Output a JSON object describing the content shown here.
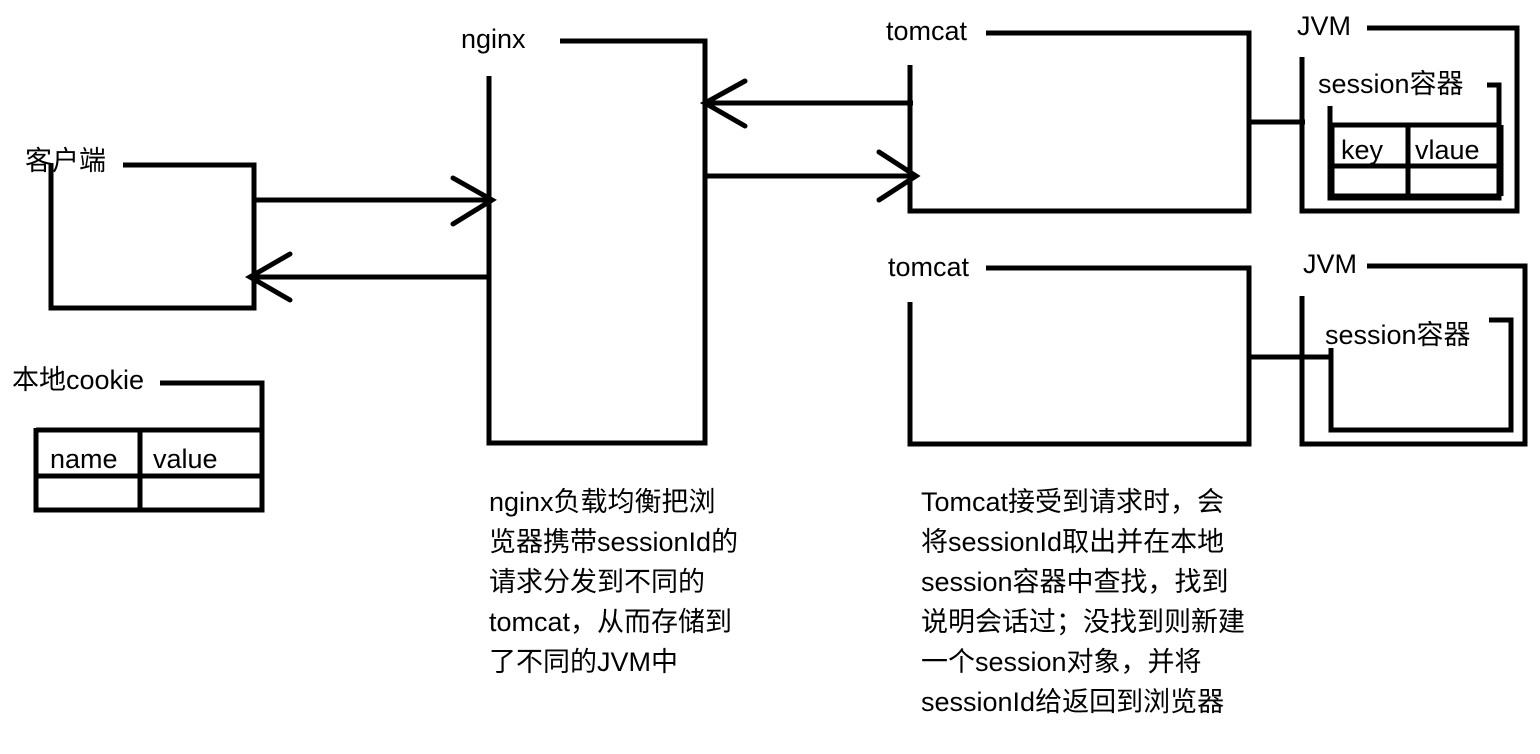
{
  "diagram": {
    "title": "session sharing across tomcat instances behind nginx",
    "colors": {
      "stroke": "#000000",
      "background": "#ffffff",
      "text": "#000000"
    },
    "nodes": {
      "client": {
        "label": "客户端"
      },
      "local_cookie": {
        "label": "本地cookie"
      },
      "nginx": {
        "label": "nginx"
      },
      "tomcat_1": {
        "label": "tomcat"
      },
      "tomcat_2": {
        "label": "tomcat"
      },
      "jvm_1": {
        "label": "JVM"
      },
      "jvm_2": {
        "label": "JVM"
      },
      "session_container_1": {
        "label": "session容器"
      },
      "session_container_2": {
        "label": "session容器"
      }
    },
    "cookie_table": {
      "headers": [
        "name",
        "value"
      ],
      "rows": [
        [
          "",
          ""
        ]
      ]
    },
    "session_table": {
      "headers": [
        "key",
        "vlaue"
      ],
      "rows": [
        [
          "",
          ""
        ]
      ]
    },
    "captions": {
      "nginx": "nginx负载均衡把浏览器携带sessionId的请求分发到不同的tomcat，从而存储到了不同的JVM中",
      "tomcat": "Tomcat接受到请求时，会将sessionId取出并在本地session容器中查找，找到说明会话过；没找到则新建一个session对象，并将sessionId给返回到浏览器"
    },
    "edges": [
      {
        "name": "client-to-nginx",
        "from": "client",
        "to": "nginx",
        "direction": "right"
      },
      {
        "name": "nginx-to-client",
        "from": "nginx",
        "to": "client",
        "direction": "left"
      },
      {
        "name": "tomcat-to-nginx",
        "from": "tomcat_1",
        "to": "nginx",
        "direction": "left"
      },
      {
        "name": "nginx-to-tomcat",
        "from": "nginx",
        "to": "tomcat_1",
        "direction": "right"
      },
      {
        "name": "tomcat1-to-jvm1",
        "from": "tomcat_1",
        "to": "jvm_1",
        "direction": "none"
      },
      {
        "name": "tomcat2-to-jvm2",
        "from": "tomcat_2",
        "to": "jvm_2",
        "direction": "none"
      }
    ]
  }
}
